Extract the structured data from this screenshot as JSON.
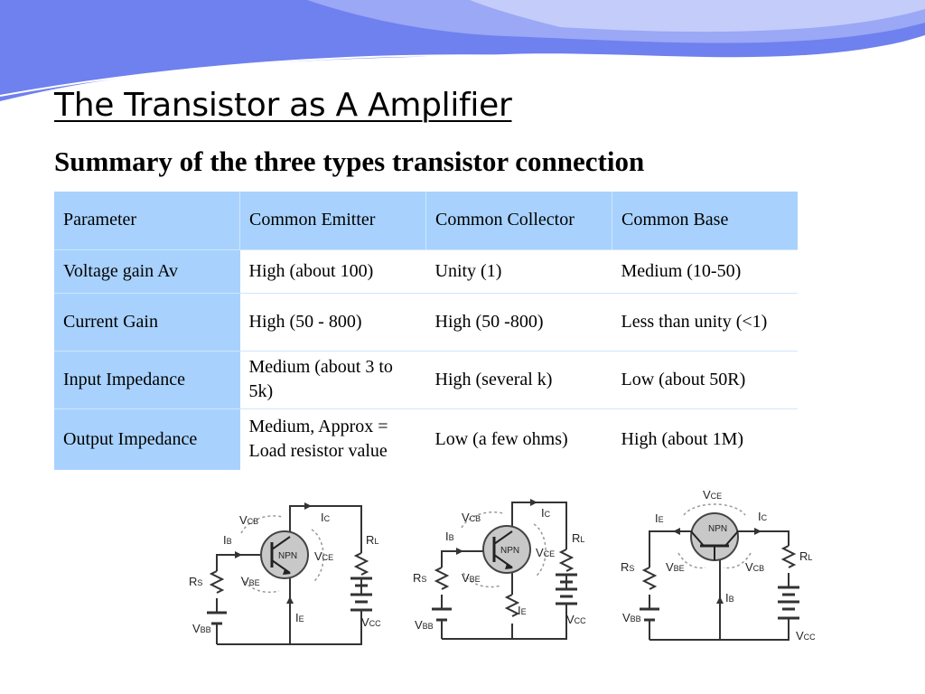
{
  "slide": {
    "title": "The Transistor as A Amplifier",
    "subtitle": "Summary of the three types transistor connection"
  },
  "table": {
    "headers": [
      "Parameter",
      "Common Emitter",
      "Common Collector",
      "Common Base"
    ],
    "rows": [
      [
        "Voltage gain Av",
        "High (about 100)",
        "Unity (1)",
        "Medium (10-50)"
      ],
      [
        "Current Gain",
        "High (50 - 800)",
        "High (50 -800)",
        "Less than unity (<1)"
      ],
      [
        "Input Impedance",
        "Medium (about 3 to 5k)",
        "High (several k)",
        "Low (about 50R)"
      ],
      [
        "Output Impedance",
        "Medium, Approx = Load resistor value",
        "Low (a few ohms)",
        "High (about 1M)"
      ]
    ]
  },
  "circuits": {
    "transistor_label": "NPN",
    "labels": {
      "vcb": "V",
      "vcb_sub": "CB",
      "vce": "V",
      "vce_sub": "CE",
      "vbe": "V",
      "vbe_sub": "BE",
      "ib": "I",
      "ib_sub": "B",
      "ic": "I",
      "ic_sub": "C",
      "ie": "I",
      "ie_sub": "E",
      "rs": "R",
      "rs_sub": "S",
      "rl": "R",
      "rl_sub": "L",
      "vbb": "V",
      "vbb_sub": "BB",
      "vcc": "V",
      "vcc_sub": "CC"
    }
  },
  "colors": {
    "table_header_bg": "#a8d2fd",
    "banner_blue": "#6d7ff0",
    "transistor_fill": "#c8c8c8",
    "wire": "#333333"
  }
}
